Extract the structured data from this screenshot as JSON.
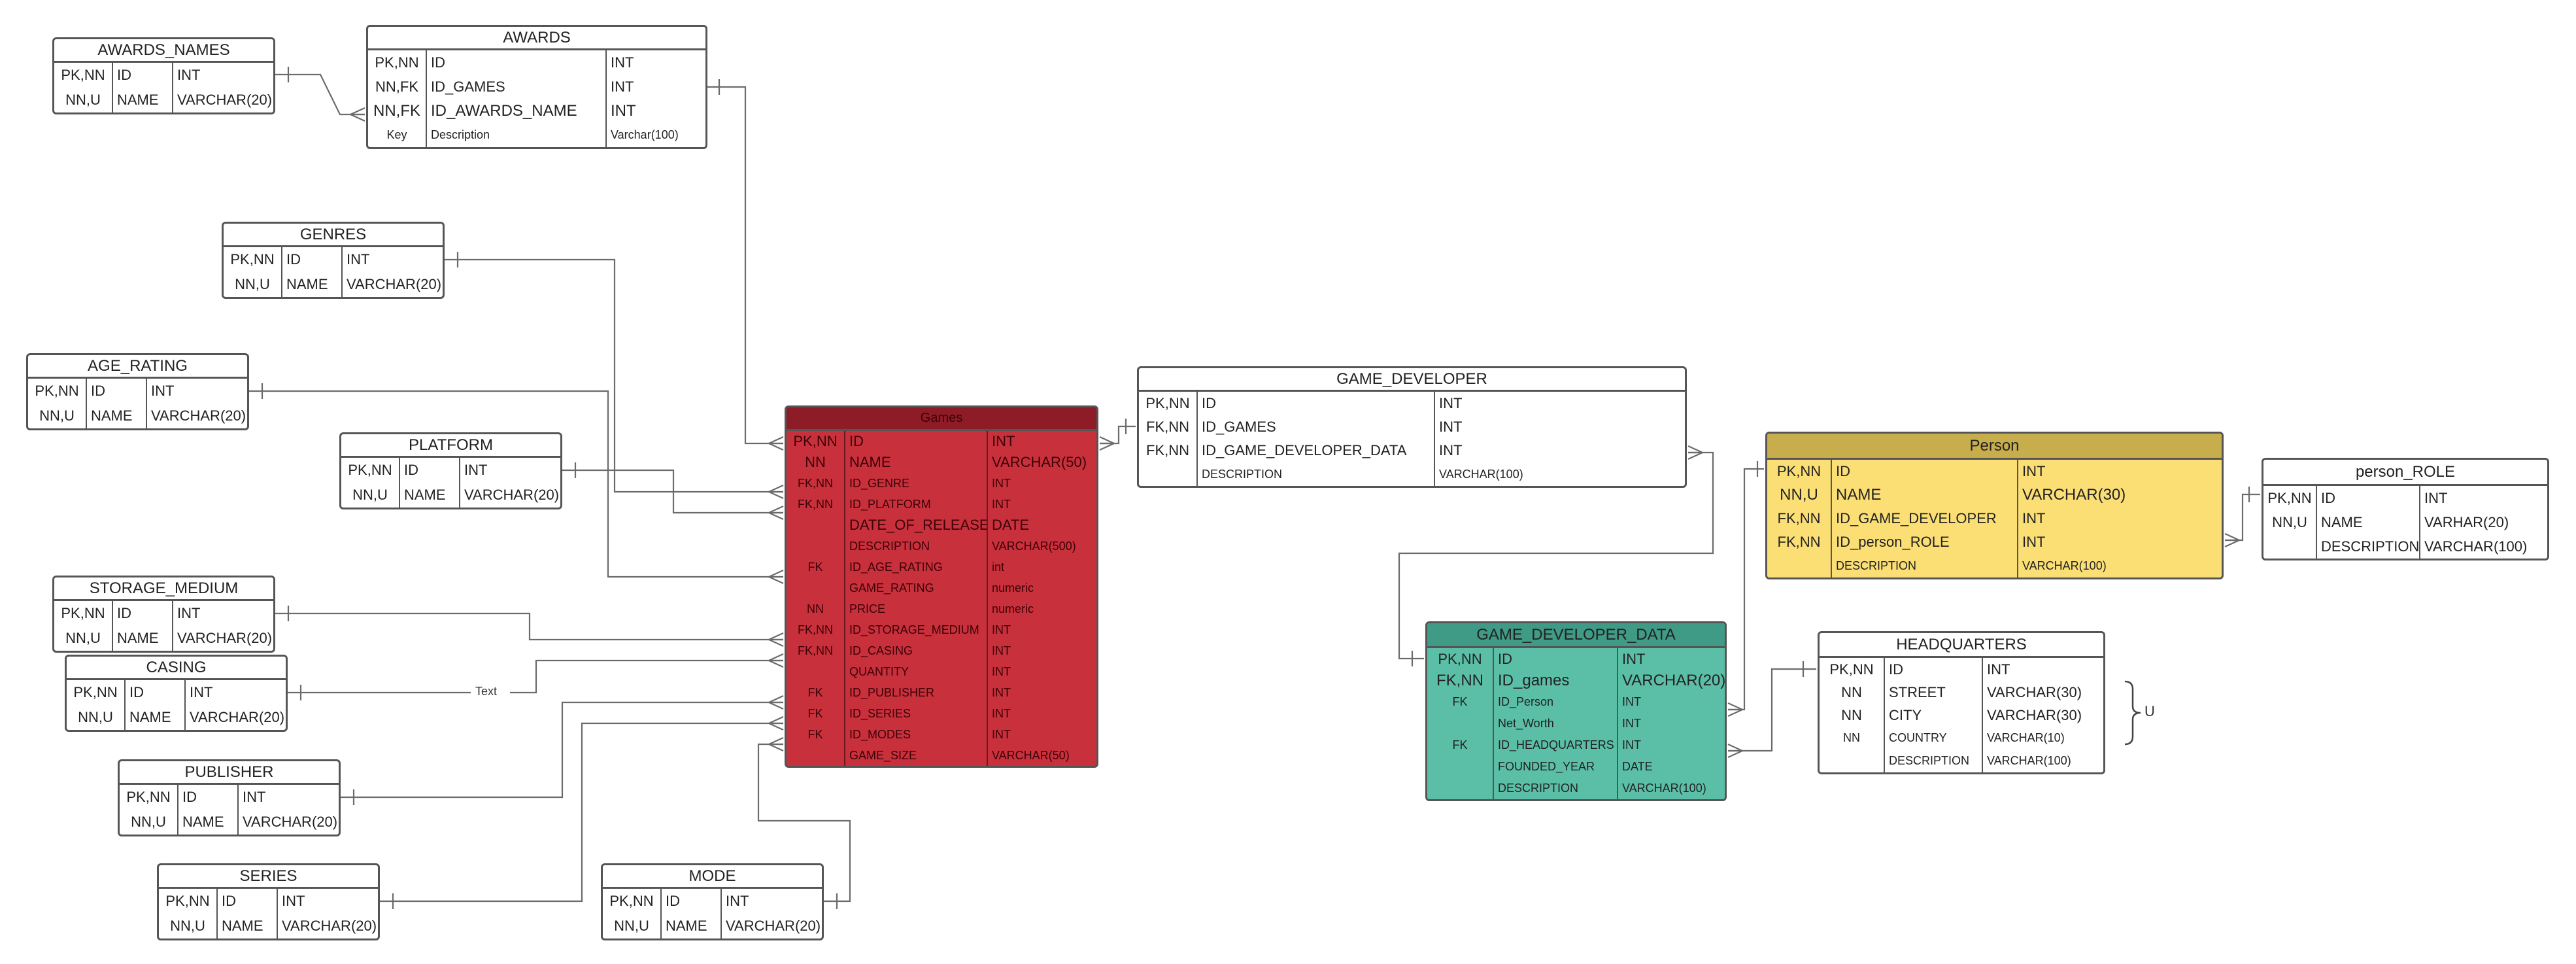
{
  "colors": {
    "games": "#c8303c",
    "person": "#fbdf75",
    "gdd": "#5bbfa8"
  },
  "entities": [
    {
      "id": "awards_names",
      "title": "AWARDS_NAMES",
      "rows": [
        [
          "PK,NN",
          "ID",
          "INT"
        ],
        [
          "NN,U",
          "NAME",
          "VARCHAR(20)"
        ]
      ]
    },
    {
      "id": "awards",
      "title": "AWARDS",
      "rows": [
        [
          "PK,NN",
          "ID",
          "INT"
        ],
        [
          "NN,FK",
          "ID_GAMES",
          "INT"
        ],
        [
          "NN,FK",
          "ID_AWARDS_NAME",
          "INT"
        ],
        [
          "Key",
          "Description",
          "Varchar(100)"
        ]
      ]
    },
    {
      "id": "genres",
      "title": "GENRES",
      "rows": [
        [
          "PK,NN",
          "ID",
          "INT"
        ],
        [
          "NN,U",
          "NAME",
          "VARCHAR(20)"
        ]
      ]
    },
    {
      "id": "age_rating",
      "title": "AGE_RATING",
      "rows": [
        [
          "PK,NN",
          "ID",
          "INT"
        ],
        [
          "NN,U",
          "NAME",
          "VARCHAR(20)"
        ]
      ]
    },
    {
      "id": "platform",
      "title": "PLATFORM",
      "rows": [
        [
          "PK,NN",
          "ID",
          "INT"
        ],
        [
          "NN,U",
          "NAME",
          "VARCHAR(20)"
        ]
      ]
    },
    {
      "id": "storage_medium",
      "title": "STORAGE_MEDIUM",
      "rows": [
        [
          "PK,NN",
          "ID",
          "INT"
        ],
        [
          "NN,U",
          "NAME",
          "VARCHAR(20)"
        ]
      ]
    },
    {
      "id": "casing",
      "title": "CASING",
      "rows": [
        [
          "PK,NN",
          "ID",
          "INT"
        ],
        [
          "NN,U",
          "NAME",
          "VARCHAR(20)"
        ]
      ]
    },
    {
      "id": "publisher",
      "title": "PUBLISHER",
      "rows": [
        [
          "PK,NN",
          "ID",
          "INT"
        ],
        [
          "NN,U",
          "NAME",
          "VARCHAR(20)"
        ]
      ]
    },
    {
      "id": "series",
      "title": "SERIES",
      "rows": [
        [
          "PK,NN",
          "ID",
          "INT"
        ],
        [
          "NN,U",
          "NAME",
          "VARCHAR(20)"
        ]
      ]
    },
    {
      "id": "mode",
      "title": "MODE",
      "rows": [
        [
          "PK,NN",
          "ID",
          "INT"
        ],
        [
          "NN,U",
          "NAME",
          "VARCHAR(20)"
        ]
      ]
    },
    {
      "id": "games",
      "title": "Games",
      "rows": [
        [
          "PK,NN",
          "ID",
          "INT"
        ],
        [
          "NN",
          "NAME",
          "VARCHAR(50)"
        ],
        [
          "FK,NN",
          "ID_GENRE",
          "INT"
        ],
        [
          "FK,NN",
          "ID_PLATFORM",
          "INT"
        ],
        [
          "",
          "DATE_OF_RELEASE",
          "DATE"
        ],
        [
          "",
          "DESCRIPTION",
          "VARCHAR(500)"
        ],
        [
          "FK",
          "ID_AGE_RATING",
          "int"
        ],
        [
          "",
          "GAME_RATING",
          "numeric"
        ],
        [
          "NN",
          "PRICE",
          "numeric"
        ],
        [
          "FK,NN",
          "ID_STORAGE_MEDIUM",
          "INT"
        ],
        [
          "FK,NN",
          "ID_CASING",
          "INT"
        ],
        [
          "",
          "QUANTITY",
          "INT"
        ],
        [
          "FK",
          "ID_PUBLISHER",
          "INT"
        ],
        [
          "FK",
          "ID_SERIES",
          "INT"
        ],
        [
          "FK",
          "ID_MODES",
          "INT"
        ],
        [
          "",
          "GAME_SIZE",
          "VARCHAR(50)"
        ]
      ]
    },
    {
      "id": "game_developer",
      "title": "GAME_DEVELOPER",
      "rows": [
        [
          "PK,NN",
          "ID",
          "INT"
        ],
        [
          "FK,NN",
          "ID_GAMES",
          "INT"
        ],
        [
          "FK,NN",
          "ID_GAME_DEVELOPER_DATA",
          "INT"
        ],
        [
          "",
          "DESCRIPTION",
          "VARCHAR(100)"
        ]
      ]
    },
    {
      "id": "person",
      "title": "Person",
      "rows": [
        [
          "PK,NN",
          "ID",
          "INT"
        ],
        [
          "NN,U",
          "NAME",
          "VARCHAR(30)"
        ],
        [
          "FK,NN",
          "ID_GAME_DEVELOPER",
          "INT"
        ],
        [
          "FK,NN",
          "ID_person_ROLE",
          "INT"
        ],
        [
          "",
          "DESCRIPTION",
          "VARCHAR(100)"
        ]
      ]
    },
    {
      "id": "person_role",
      "title": "person_ROLE",
      "rows": [
        [
          "PK,NN",
          "ID",
          "INT"
        ],
        [
          "NN,U",
          "NAME",
          "VARHAR(20)"
        ],
        [
          "",
          "DESCRIPTION",
          "VARCHAR(100)"
        ]
      ]
    },
    {
      "id": "game_developer_data",
      "title": "GAME_DEVELOPER_DATA",
      "rows": [
        [
          "PK,NN",
          "ID",
          "INT"
        ],
        [
          "FK,NN",
          "ID_games",
          "VARCHAR(20)"
        ],
        [
          "FK",
          "ID_Person",
          "INT"
        ],
        [
          "",
          "Net_Worth",
          "INT"
        ],
        [
          "FK",
          "ID_HEADQUARTERS",
          "INT"
        ],
        [
          "",
          "FOUNDED_YEAR",
          "DATE"
        ],
        [
          "",
          "DESCRIPTION",
          "VARCHAR(100)"
        ]
      ]
    },
    {
      "id": "headquarters",
      "title": "HEADQUARTERS",
      "rows": [
        [
          "PK,NN",
          "ID",
          "INT"
        ],
        [
          "NN",
          "STREET",
          "VARCHAR(30)"
        ],
        [
          "NN",
          "CITY",
          "VARCHAR(30)"
        ],
        [
          "NN",
          "COUNTRY",
          "VARCHAR(10)"
        ],
        [
          "",
          "DESCRIPTION",
          "VARCHAR(100)"
        ]
      ]
    }
  ],
  "annotations": {
    "casing_link": "Text",
    "headquarters_brace": "U"
  }
}
